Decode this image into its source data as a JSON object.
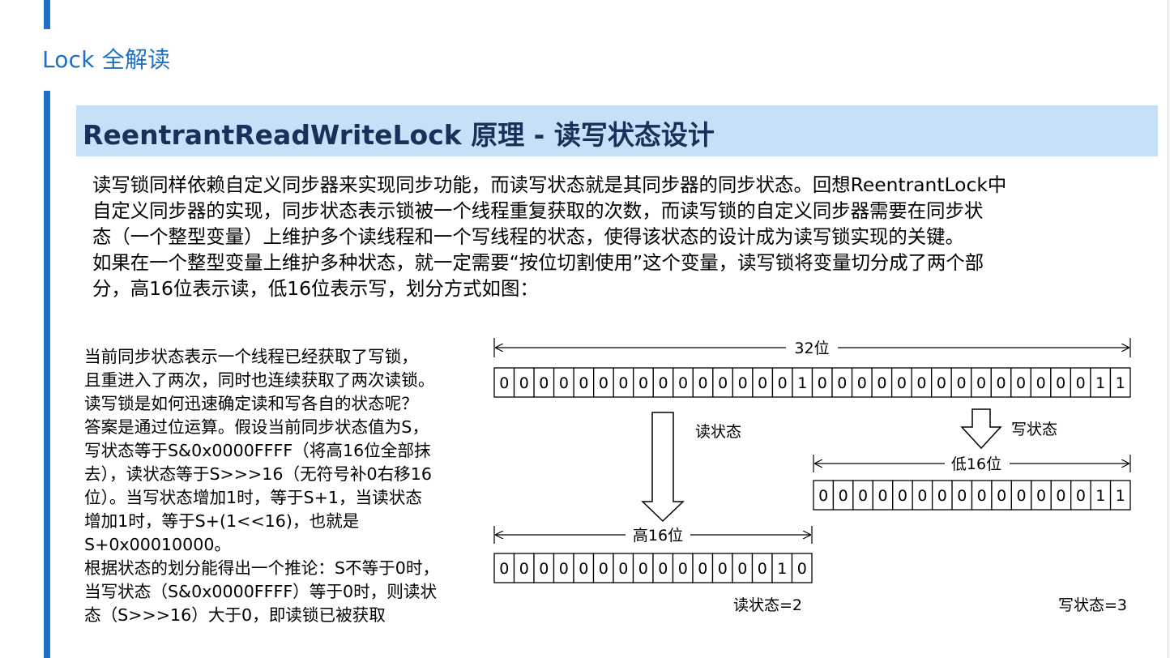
{
  "page": {
    "title": "Lock 全解读",
    "heading": "ReentrantReadWriteLock 原理 - 读写状态设计"
  },
  "intro": {
    "lines": [
      "读写锁同样依赖自定义同步器来实现同步功能，而读写状态就是其同步器的同步状态。回想ReentrantLock中",
      "自定义同步器的实现，同步状态表示锁被一个线程重复获取的次数，而读写锁的自定义同步器需要在同步状",
      "态（一个整型变量）上维护多个读线程和一个写线程的状态，使得该状态的设计成为读写锁实现的关键。",
      "如果在一个整型变量上维护多种状态，就一定需要“按位切割使用”这个变量，读写锁将变量切分成了两个部",
      "分，高16位表示读，低16位表示写，划分方式如图："
    ]
  },
  "explanation": {
    "lines": [
      "当前同步状态表示一个线程已经获取了写锁，",
      "且重进入了两次，同时也连续获取了两次读锁。",
      "读写锁是如何迅速确定读和写各自的状态呢？",
      "答案是通过位运算。假设当前同步状态值为S，",
      "写状态等于S&0x0000FFFF（将高16位全部抹",
      "去），读状态等于S>>>16（无符号补0右移16",
      "位）。当写状态增加1时，等于S+1，当读状态",
      "增加1时，等于S+(1<<16)，也就是",
      "S+0x00010000。",
      "根据状态的划分能得出一个推论：S不等于0时，",
      "当写状态（S&0x0000FFFF）等于0时，则读状",
      "态（S>>>16）大于0，即读锁已被获取"
    ]
  },
  "diagram": {
    "full_label": "32位",
    "full_bits": [
      "0",
      "0",
      "0",
      "0",
      "0",
      "0",
      "0",
      "0",
      "0",
      "0",
      "0",
      "0",
      "0",
      "0",
      "0",
      "1",
      "0",
      "0",
      "0",
      "0",
      "0",
      "0",
      "0",
      "0",
      "0",
      "0",
      "0",
      "0",
      "0",
      "0",
      "1",
      "1"
    ],
    "read_arrow_label": "读状态",
    "write_arrow_label": "写状态",
    "low_label": "低16位",
    "low_bits": [
      "0",
      "0",
      "0",
      "0",
      "0",
      "0",
      "0",
      "0",
      "0",
      "0",
      "0",
      "0",
      "0",
      "0",
      "1",
      "1"
    ],
    "high_label": "高16位",
    "high_bits": [
      "0",
      "0",
      "0",
      "0",
      "0",
      "0",
      "0",
      "0",
      "0",
      "0",
      "0",
      "0",
      "0",
      "0",
      "1",
      "0"
    ],
    "read_result": "读状态=2",
    "write_result": "写状态=3"
  }
}
